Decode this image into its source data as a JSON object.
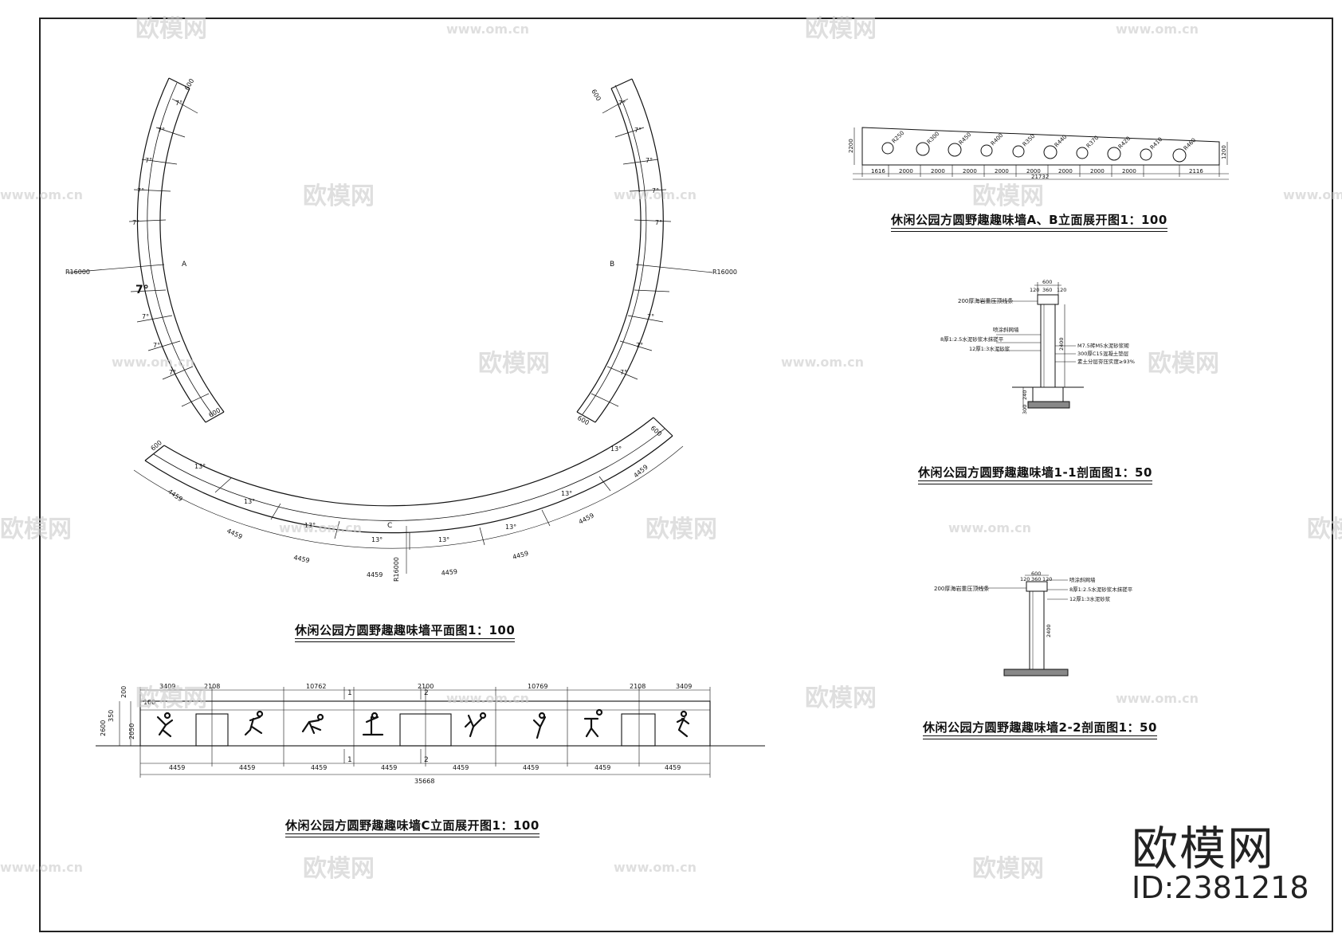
{
  "captions": {
    "plan": "休闲公园方圆野趣趣味墙平面图1：100",
    "elev_c": "休闲公园方圆野趣趣味墙C立面展开图1：100",
    "elev_ab": "休闲公园方圆野趣趣味墙A、B立面展开图1：100",
    "sec_11": "休闲公园方圆野趣趣味墙1-1剖面图1：50",
    "sec_22": "休闲公园方圆野趣趣味墙2-2剖面图1：50"
  },
  "plan": {
    "label_a": "A",
    "label_b": "B",
    "label_c": "C",
    "radius_left": "R16000",
    "radius_right": "R16000",
    "radius_bottom": "R16000",
    "angle_small": "7°",
    "width_600": "600",
    "segment_angles": [
      "7°",
      "13°"
    ],
    "arc_lengths": [
      "4459",
      "4459",
      "4459",
      "4459",
      "4459",
      "4459",
      "4459",
      "4459"
    ]
  },
  "elev_c": {
    "top_dims": [
      "3409",
      "2108",
      "10762",
      "2100",
      "10769",
      "2108",
      "3409"
    ],
    "bottom_dims": [
      "4459",
      "4459",
      "4459",
      "4459",
      "4459",
      "4459",
      "4459",
      "4459"
    ],
    "total": "35668",
    "left_dims": [
      "200",
      "350",
      "2600",
      "2050",
      "100"
    ],
    "section_marks": [
      "1",
      "2",
      "1",
      "2"
    ]
  },
  "elev_ab": {
    "top_radii": [
      "R250",
      "R300",
      "R450",
      "R400",
      "R350",
      "R440",
      "R370",
      "R420",
      "R410",
      "R460"
    ],
    "bottom_dims": [
      "1616",
      "2000",
      "2000",
      "2000",
      "2000",
      "2000",
      "2000",
      "2000",
      "2000",
      "2116"
    ],
    "total": "21732",
    "left_height": "2200",
    "right_height": "1200"
  },
  "sec_11": {
    "top_dims": [
      "600",
      "120",
      "360",
      "120"
    ],
    "labels": [
      "200厚海岩重压顶线条",
      "喷涂斜网墙",
      "8厚1:2.5水泥砂浆木抹搓平",
      "12厚1:3水泥砂浆",
      "M7.5砖M5水泥砂浆砌",
      "300厚C15混凝土垫层",
      "素土分层夯压实度≥93%"
    ],
    "heights": [
      "2400",
      "240",
      "300"
    ]
  },
  "sec_22": {
    "top_dims": [
      "600",
      "120",
      "360",
      "120"
    ],
    "labels": [
      "200厚海岩重压顶线条",
      "喷涂斜网墙",
      "8厚1:2.5水泥砂浆木抹搓平",
      "12厚1:3水泥砂浆"
    ],
    "heights": [
      "2400"
    ]
  },
  "watermark": {
    "brand": "欧模网",
    "url": "www.om.cn"
  },
  "brand": {
    "name": "欧模网",
    "id": "ID:2381218"
  }
}
